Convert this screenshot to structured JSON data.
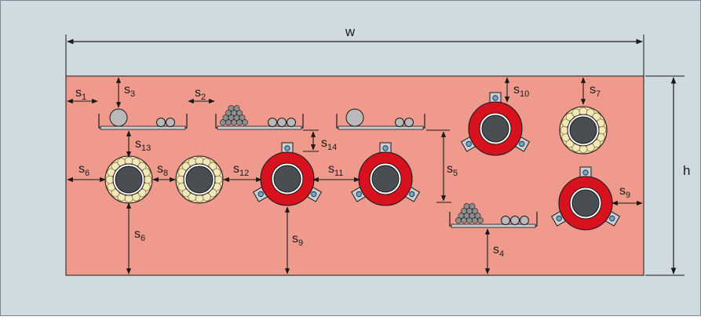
{
  "colors": {
    "background": "#cfdbe1",
    "room": "#ef9a8c",
    "line": "#1a1a1a",
    "tray": "#c9ced2",
    "cable_core": "#4a4d52",
    "trefoil_red": "#d8111e",
    "wrap_yellow": "#f4e8b8",
    "bolt_blue": "#6fa6cf"
  },
  "labels": {
    "w": "w",
    "h": "h",
    "s1": {
      "main": "s",
      "sub": "1"
    },
    "s2": {
      "main": "s",
      "sub": "2"
    },
    "s3": {
      "main": "s",
      "sub": "3"
    },
    "s4": {
      "main": "s",
      "sub": "4"
    },
    "s5": {
      "main": "s",
      "sub": "5"
    },
    "s6a": {
      "main": "s",
      "sub": "6"
    },
    "s6b": {
      "main": "s",
      "sub": "6"
    },
    "s7": {
      "main": "s",
      "sub": "7"
    },
    "s8": {
      "main": "s",
      "sub": "8"
    },
    "s9a": {
      "main": "s",
      "sub": "9"
    },
    "s9b": {
      "main": "s",
      "sub": "9"
    },
    "s10": {
      "main": "s",
      "sub": "10"
    },
    "s11": {
      "main": "s",
      "sub": "11"
    },
    "s12": {
      "main": "s",
      "sub": "12"
    },
    "s13": {
      "main": "s",
      "sub": "13"
    },
    "s14": {
      "main": "s",
      "sub": "14"
    }
  }
}
